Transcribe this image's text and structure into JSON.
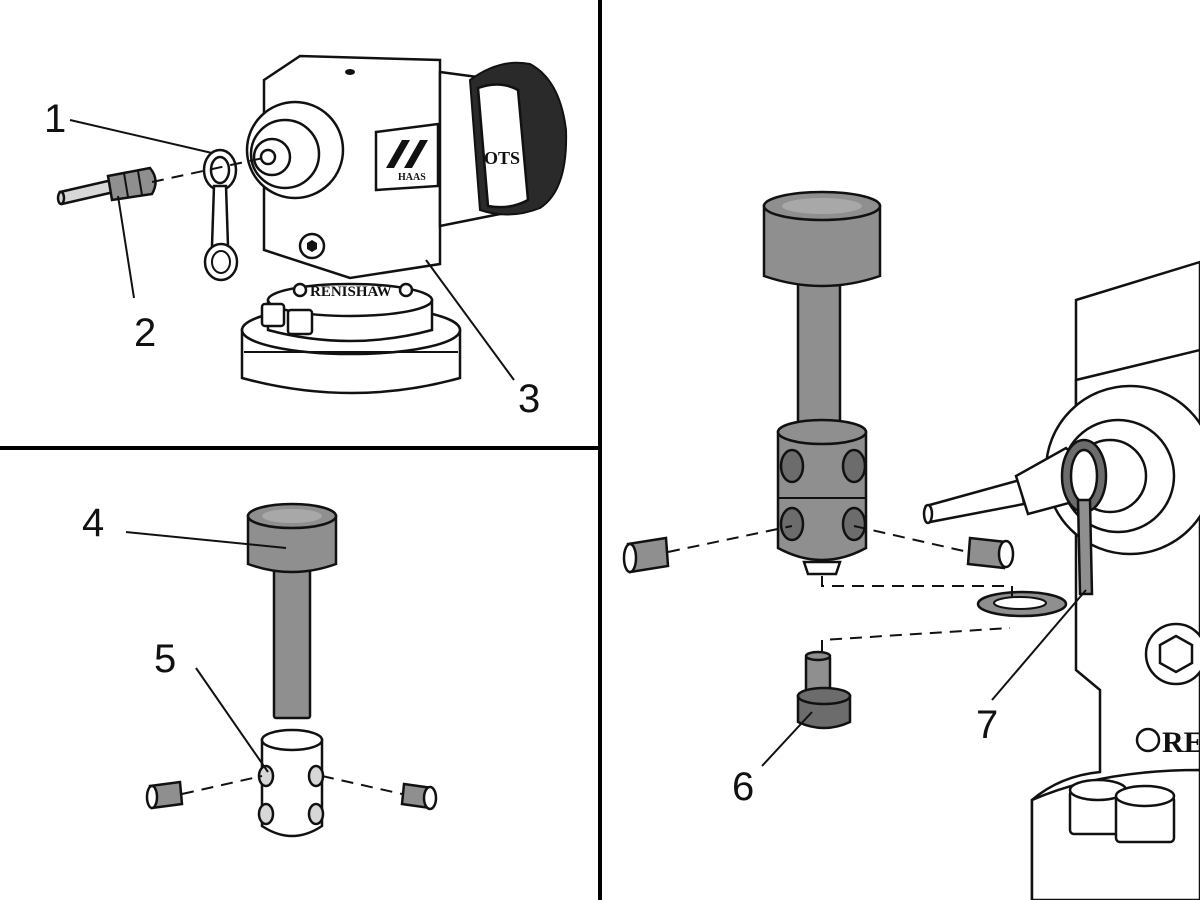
{
  "callouts": {
    "c1": "1",
    "c2": "2",
    "c3": "3",
    "c4": "4",
    "c5": "5",
    "c6": "6",
    "c7": "7"
  },
  "labels": {
    "brand_left": "RENISHAW",
    "brand_right": "RENIS",
    "haas_badge": "HAAS",
    "ots_text": "OTS"
  }
}
